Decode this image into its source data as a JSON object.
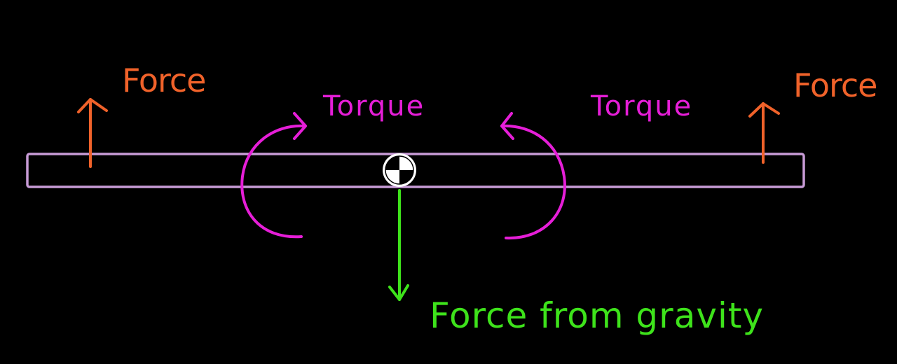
{
  "labels": {
    "force_left": "Force",
    "force_right": "Force",
    "torque_left": "Torque",
    "torque_right": "Torque",
    "gravity": "Force from gravity"
  },
  "colors": {
    "background": "#000000",
    "force": "#f0622a",
    "torque": "#e61ed8",
    "gravity": "#3ee31b",
    "beam": "#c79bd6",
    "center_of_mass": "#ffffff"
  },
  "icons": {
    "center_of_mass": "center-of-mass-icon"
  }
}
